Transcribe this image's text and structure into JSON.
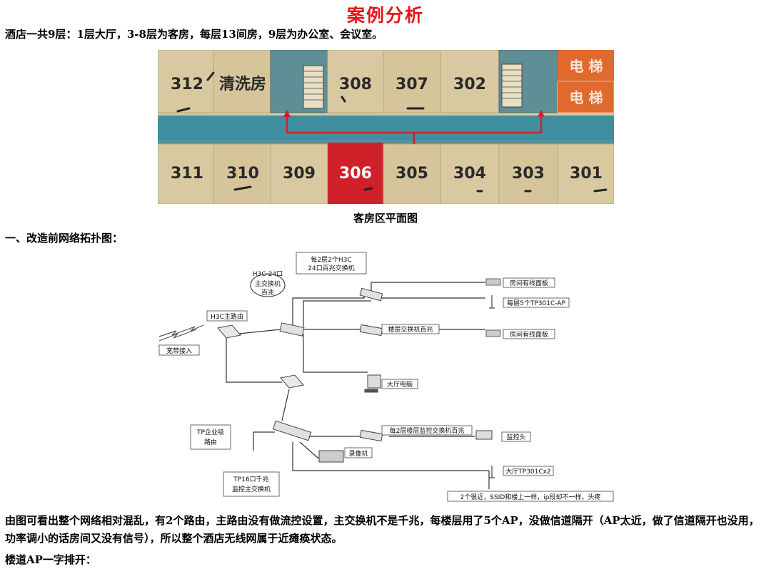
{
  "title": "案例分析",
  "intro": "酒店一共9层：1层大厅，3-8层为客房，每层13间房，9层为办公室、会议室。",
  "floorplan": {
    "top_rooms": [
      "312",
      "清洗房",
      "308",
      "307",
      "302"
    ],
    "bottom_rooms": [
      "311",
      "310",
      "309",
      "306",
      "305",
      "304",
      "303",
      "301"
    ],
    "elevators": [
      "电 梯",
      "电 梯"
    ],
    "caption": "客房区平面图"
  },
  "section_before": "一、改造前网络拓扑图：",
  "network": {
    "broadband": "宽带接入",
    "h3c_router": "H3C主路由",
    "main_switch": [
      "H3C-24口",
      "主交换机",
      "百兆"
    ],
    "floor_switch": [
      "每2层2个H3C",
      "24口百兆交换机"
    ],
    "panel_1": "房间有线面板",
    "ap_floor": "每层5个TP301C-AP",
    "floor_switch_label": "楼层交换机百兆",
    "panel_2": "房间有线面板",
    "lobby_pc": "大厅电脑",
    "tp_router": [
      "TP企业级",
      "路由"
    ],
    "monitor_floor_switch": "每2层楼层监控交换机百兆",
    "camera": "监控头",
    "recorder": "录像机",
    "tp_switch": [
      "TP16口千兆",
      "监控主交换机"
    ],
    "lobby_ap": "大厅TP301Cx2",
    "note": "2个很近，SSID和楼上一样，ip段却不一样，头疼"
  },
  "analysis": "由图可看出整个网络相对混乱，有2个路由，主路由没有做流控设置，主交换机不是千兆，每楼层用了5个AP，没做信道隔开（AP太近，做了信道隔开也没用，功率调小的话房间又没有信号），所以整个酒店无线网属于近瘫痪状态。",
  "lobby_ap_heading": "楼道AP一字排开：",
  "colors": {
    "title": "#e8141b",
    "highlight_room": "#d0202a",
    "elevator": "#e06a2e",
    "corridor": "#3f8fa0",
    "wall": "#5a8f9a",
    "room": "#d8c79e"
  }
}
